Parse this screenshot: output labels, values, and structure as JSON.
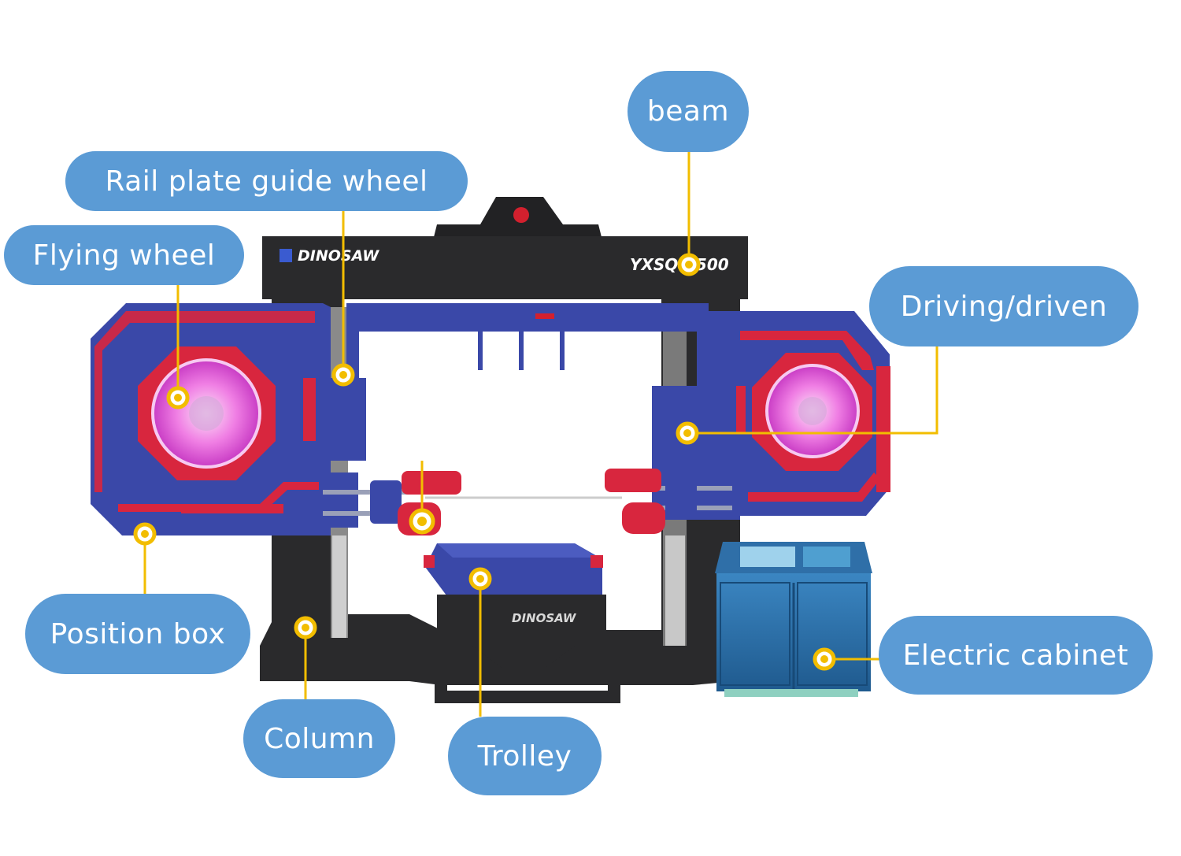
{
  "machine": {
    "brand_logo": "DINOSAW",
    "model": "YXSQ-1500",
    "trolley_brand": "DINOSAW",
    "colors": {
      "blue": "#3a48a8",
      "red": "#d8263e",
      "black": "#2a2a2c",
      "wheel_glow": "#ee5fe0",
      "cabinet": "#2f6fa8"
    }
  },
  "callouts": [
    {
      "id": "beam",
      "label": "beam"
    },
    {
      "id": "rail_plate_guide_wheel",
      "label": "Rail plate guide wheel"
    },
    {
      "id": "flying_wheel",
      "label": "Flying wheel"
    },
    {
      "id": "driving_driven",
      "label": "Driving/driven"
    },
    {
      "id": "position_box",
      "label": "Position box"
    },
    {
      "id": "column",
      "label": "Column"
    },
    {
      "id": "trolley",
      "label": "Trolley"
    },
    {
      "id": "electric_cabinet",
      "label": "Electric cabinet"
    }
  ],
  "style": {
    "pill_color": "#5b9bd5",
    "leader_color": "#f2bd00"
  }
}
